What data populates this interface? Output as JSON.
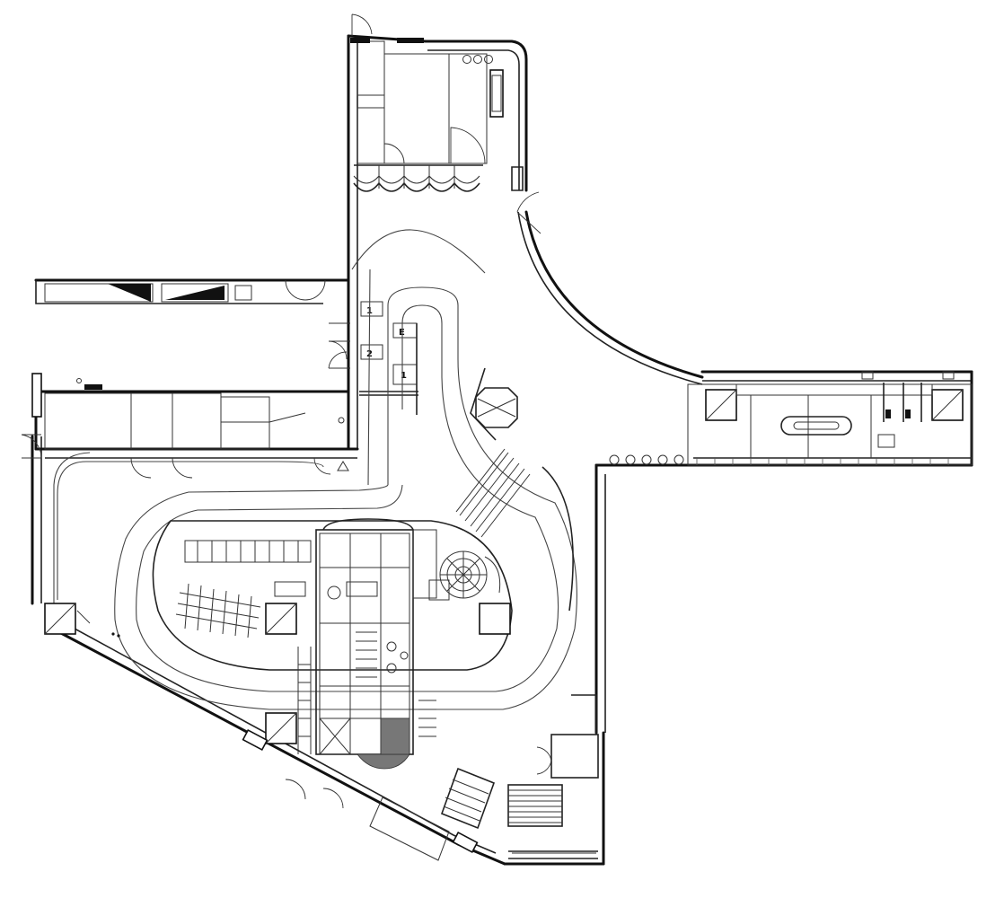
{
  "plan": {
    "lift_labels": [
      "1",
      "2",
      "E",
      "1"
    ]
  }
}
